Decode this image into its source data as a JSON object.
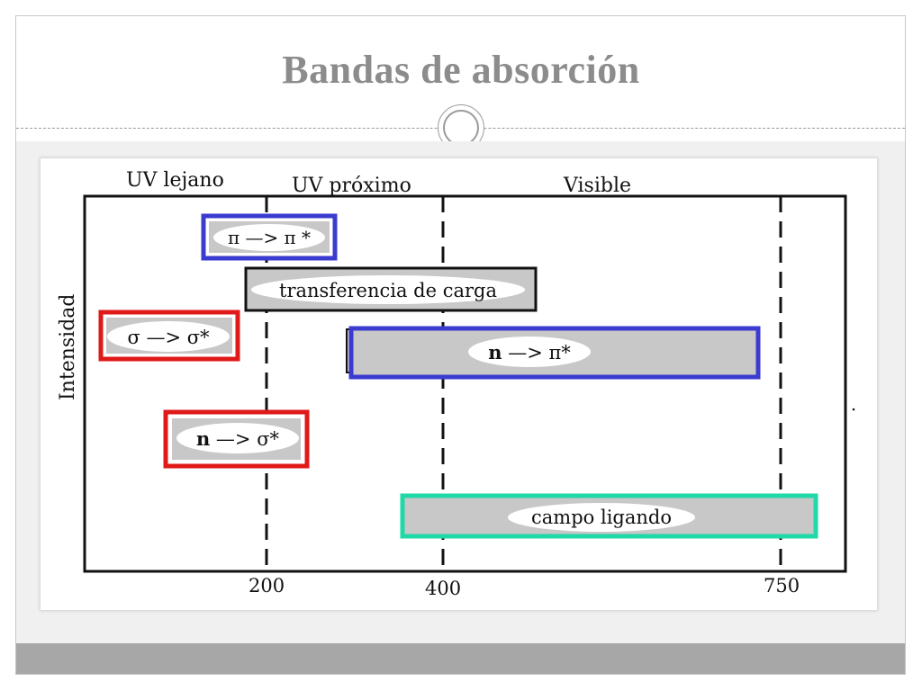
{
  "slide": {
    "title": "Bandas de absorción"
  },
  "diagram": {
    "regions": [
      "UV lejano",
      "UV próximo",
      "Visible"
    ],
    "y_axis_label": "Intensidad",
    "x_ticks": [
      "200",
      "400",
      "750"
    ],
    "bands": [
      {
        "label_plain": "π —> π*",
        "border_color": "#3b3bd0",
        "fill": "#ffffff"
      },
      {
        "label_plain": "transferencia de carga",
        "border_color": "#111111",
        "fill": "#c8c8c8"
      },
      {
        "label_plain": "σ —> σ*",
        "border_color": "#e01919",
        "fill": "#c8c8c8"
      },
      {
        "label_plain": "n —> π*",
        "border_color": "#3b3bd0",
        "fill": "#c8c8c8"
      },
      {
        "label_plain": "n —> σ*",
        "border_color": "#e01919",
        "fill": "#c8c8c8"
      },
      {
        "label_plain": "campo ligando",
        "border_color": "#1fd9a8",
        "fill": "#c8c8c8"
      }
    ],
    "colors": {
      "axis": "#111111",
      "band_fill": "#c8c8c8",
      "label_oval": "#ffffff"
    }
  }
}
